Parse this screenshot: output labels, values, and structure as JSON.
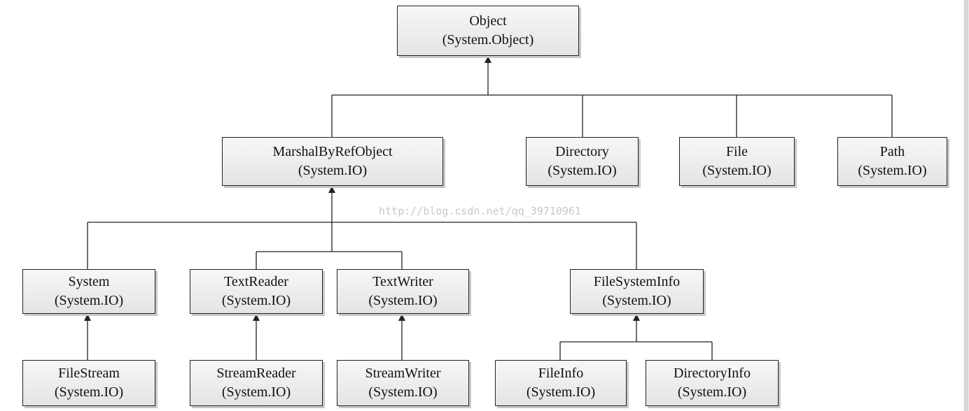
{
  "diagram": {
    "nodes": {
      "object": {
        "name": "Object",
        "ns": "(System.Object)"
      },
      "marshal": {
        "name": "MarshalByRefObject",
        "ns": "(System.IO)"
      },
      "directory": {
        "name": "Directory",
        "ns": "(System.IO)"
      },
      "file": {
        "name": "File",
        "ns": "(System.IO)"
      },
      "path": {
        "name": "Path",
        "ns": "(System.IO)"
      },
      "system": {
        "name": "System",
        "ns": "(System.IO)"
      },
      "textreader": {
        "name": "TextReader",
        "ns": "(System.IO)"
      },
      "textwriter": {
        "name": "TextWriter",
        "ns": "(System.IO)"
      },
      "filesysteminfo": {
        "name": "FileSystemInfo",
        "ns": "(System.IO)"
      },
      "filestream": {
        "name": "FileStream",
        "ns": "(System.IO)"
      },
      "streamreader": {
        "name": "StreamReader",
        "ns": "(System.IO)"
      },
      "streamwriter": {
        "name": "StreamWriter",
        "ns": "(System.IO)"
      },
      "fileinfo": {
        "name": "FileInfo",
        "ns": "(System.IO)"
      },
      "directoryinfo": {
        "name": "DirectoryInfo",
        "ns": "(System.IO)"
      }
    },
    "edges": [
      {
        "from": "marshal",
        "to": "object"
      },
      {
        "from": "directory",
        "to": "object"
      },
      {
        "from": "file",
        "to": "object"
      },
      {
        "from": "path",
        "to": "object"
      },
      {
        "from": "system",
        "to": "marshal"
      },
      {
        "from": "textreader",
        "to": "marshal"
      },
      {
        "from": "textwriter",
        "to": "marshal"
      },
      {
        "from": "filesysteminfo",
        "to": "marshal"
      },
      {
        "from": "filestream",
        "to": "system"
      },
      {
        "from": "streamreader",
        "to": "textreader"
      },
      {
        "from": "streamwriter",
        "to": "textwriter"
      },
      {
        "from": "fileinfo",
        "to": "filesysteminfo"
      },
      {
        "from": "directoryinfo",
        "to": "filesysteminfo"
      }
    ]
  },
  "watermark": "http://blog.csdn.net/qq_39710961",
  "colors": {
    "box_fill": "#ececec",
    "box_border": "#222222",
    "line": "#222222"
  }
}
